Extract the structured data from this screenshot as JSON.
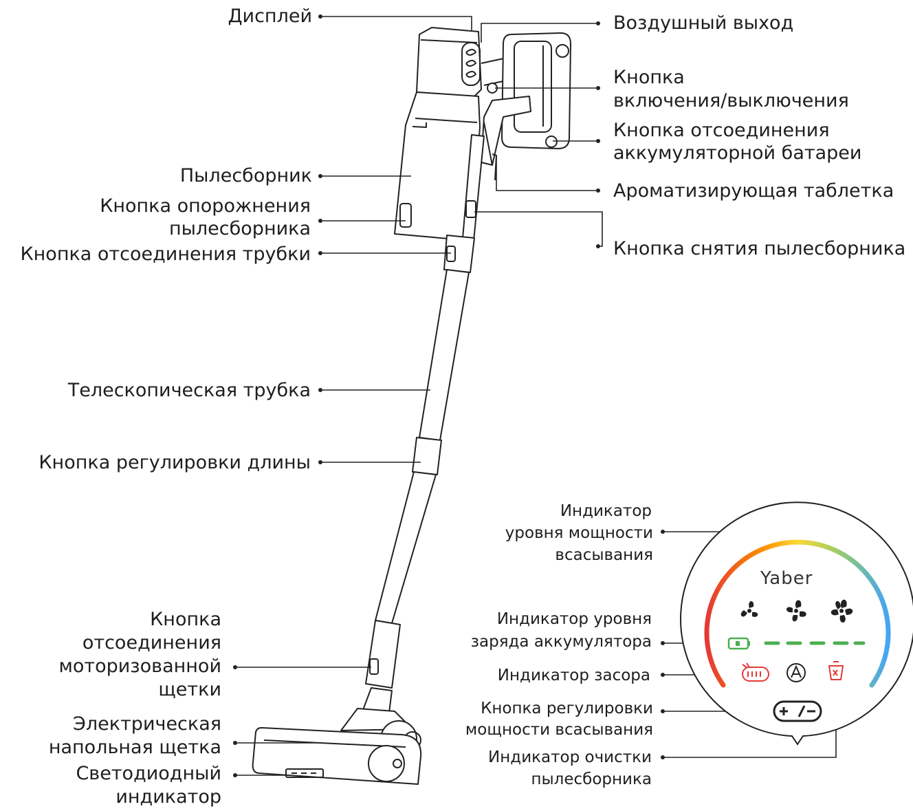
{
  "labels": {
    "display": "Дисплей",
    "air_outlet": "Воздушный выход",
    "power_button_l1": "Кнопка",
    "power_button_l2": "включения/выключения",
    "battery_release_l1": "Кнопка отсоединения",
    "battery_release_l2": "аккумуляторной батареи",
    "aroma_tablet": "Ароматизирующая таблетка",
    "bin_remove_button": "Кнопка снятия пылесборника",
    "dust_bin": "Пылесборник",
    "bin_empty_button_l1": "Кнопка опорожнения",
    "bin_empty_button_l2": "пылесборника",
    "tube_release_button": "Кнопка отсоединения трубки",
    "telescopic_tube": "Телескопическая трубка",
    "length_adjust_button": "Кнопка регулировки длины",
    "brush_release_l1": "Кнопка",
    "brush_release_l2": "отсоединения",
    "brush_release_l3": "моторизованной",
    "brush_release_l4": "щетки",
    "floor_brush_l1": "Электрическая",
    "floor_brush_l2": "напольная щетка",
    "led_indicator_l1": "Светодиодный",
    "led_indicator_l2": "индикатор"
  },
  "panel": {
    "brand": "Yaber",
    "suction_indicator_l1": "Индикатор",
    "suction_indicator_l2": "уровня мощности",
    "suction_indicator_l3": "всасывания",
    "battery_indicator_l1": "Индикатор уровня",
    "battery_indicator_l2": "заряда аккумулятора",
    "clog_indicator": "Индикатор засора",
    "power_adjust_l1": "Кнопка регулировки",
    "power_adjust_l2": "мощности всасывания",
    "bin_clean_indicator_l1": "Индикатор очистки",
    "bin_clean_indicator_l2": "пылесборника"
  },
  "colors": {
    "line": "#1e1e1e",
    "battery_green": "#4caf50",
    "clog_red": "#e53935",
    "arc_red": "#e53935",
    "arc_yellow": "#fbc02d",
    "arc_green": "#9ccc65",
    "arc_blue": "#42a5f5"
  }
}
